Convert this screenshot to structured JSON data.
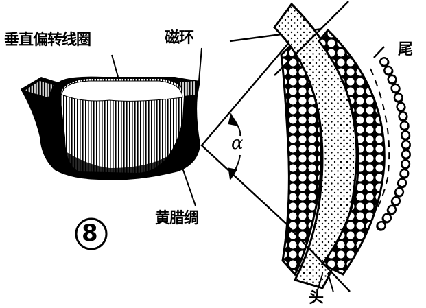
{
  "figure": {
    "number_label": "⑧",
    "labels": {
      "yoke": "垂直偏转线圈",
      "magnetic_ring": "磁环",
      "wax_paper": "黄腊绸",
      "tail": "尾",
      "head": "头",
      "angle": "α"
    },
    "colors": {
      "ink": "#000000",
      "paper": "#ffffff"
    }
  }
}
